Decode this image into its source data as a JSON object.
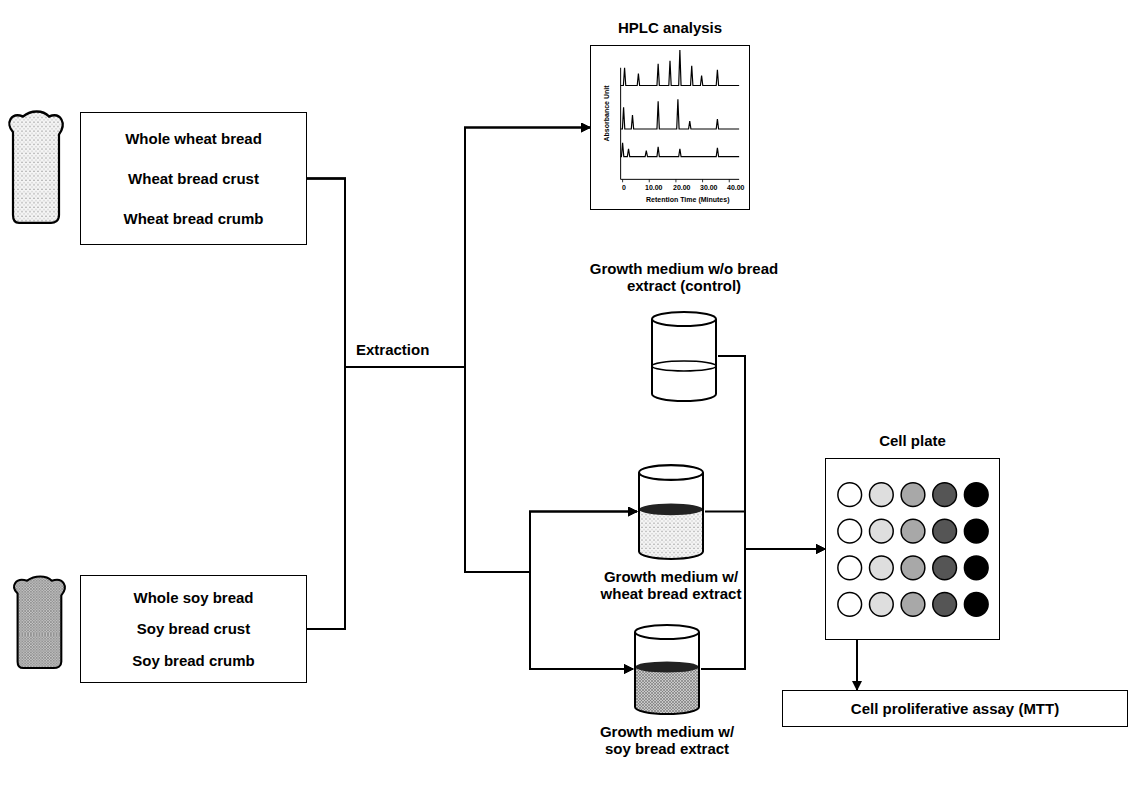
{
  "diagram": {
    "nodes": [
      {
        "text": [
          "Whole wheat bread",
          "Wheat bread crust",
          "Wheat bread crumb"
        ]
      },
      {
        "text": [
          "Whole soy bread",
          "Soy bread crust",
          "Soy bread crumb"
        ]
      },
      {
        "text": [
          "HPLC analysis"
        ]
      },
      {
        "text": [
          "Growth medium w/o bread extract (control)"
        ]
      },
      {
        "text": [
          "Growth medium w/ wheat bread extract"
        ]
      },
      {
        "text": [
          "Growth medium w/ soy bread extract"
        ]
      },
      {
        "text": [
          "Cell plate"
        ]
      },
      {
        "text": [
          "Cell proliferative assay (MTT)"
        ]
      }
    ],
    "edges": [
      {
        "from": 0,
        "to": 2,
        "arrow": "to"
      },
      {
        "from": 0,
        "to": 4,
        "arrow": "to"
      },
      {
        "from": 0,
        "to": 5,
        "arrow": "to"
      },
      {
        "from": 1,
        "to": 2,
        "arrow": "to"
      },
      {
        "from": 1,
        "to": 4,
        "arrow": "to"
      },
      {
        "from": 1,
        "to": 5,
        "arrow": "to"
      },
      {
        "from": 3,
        "to": 6,
        "arrow": "to"
      },
      {
        "from": 4,
        "to": 6,
        "arrow": "to"
      },
      {
        "from": 5,
        "to": 6,
        "arrow": "to"
      },
      {
        "from": 6,
        "to": 7,
        "arrow": "to"
      }
    ],
    "labels": [
      "Extraction",
      "Absorbance Unit",
      "Retention Time (Minutes)",
      "0",
      "10.00",
      "20.00",
      "30.00",
      "40.00"
    ]
  }
}
